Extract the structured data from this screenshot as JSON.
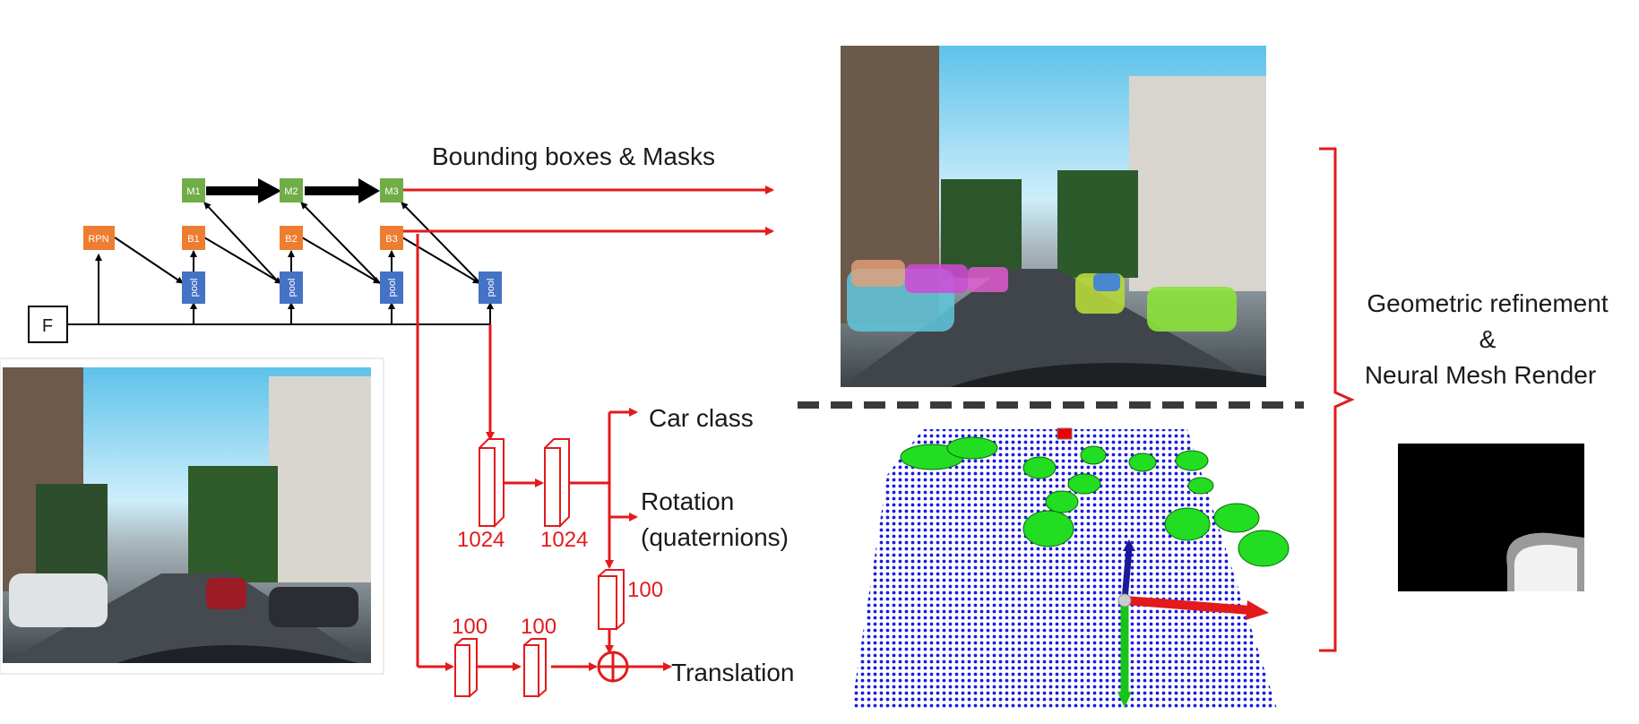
{
  "colors": {
    "green": "#70ad47",
    "orange": "#ed7d31",
    "blue": "#4472c4",
    "red": "#e31a1c",
    "black": "#000000",
    "sky": "#8fd0ec",
    "plane_blue": "#1a1ae6",
    "car_green": "#22dd22"
  },
  "network": {
    "feature_map": "F",
    "rpn": "RPN",
    "mask_heads": [
      "M1",
      "M2",
      "M3"
    ],
    "box_heads": [
      "B1",
      "B2",
      "B3"
    ],
    "pool_label": "pool"
  },
  "outputs": {
    "bbox_masks": "Bounding boxes & Masks",
    "car_class": "Car class",
    "rotation_line1": "Rotation",
    "rotation_line2": "(quaternions)",
    "translation": "Translation"
  },
  "fc_layers": {
    "fc1": "1024",
    "fc2": "1024",
    "fc_fuse": "100",
    "fc_box1": "100",
    "fc_box2": "100"
  },
  "refinement": {
    "line1": "Geometric refinement",
    "line2": "&",
    "line3": "Neural Mesh Render"
  },
  "images": {
    "input_photo": "street-scene-photo",
    "overlay_photo": "street-scene-with-car-meshes",
    "render_3d": "3d-car-reconstruction-with-ground-plane",
    "mask_render": "rendered-car-mask"
  }
}
